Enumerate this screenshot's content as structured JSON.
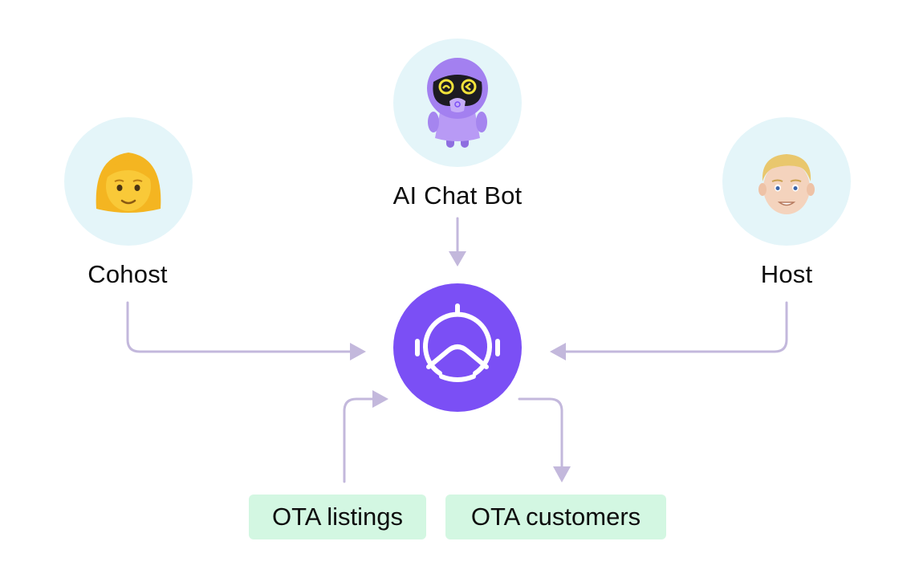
{
  "diagram": {
    "nodes": {
      "ai_chat_bot": {
        "label": "AI Chat Bot",
        "icon": "robot-icon"
      },
      "cohost": {
        "label": "Cohost",
        "icon": "woman-emoji-icon"
      },
      "host": {
        "label": "Host",
        "icon": "man-emoji-icon"
      },
      "hub": {
        "icon": "platform-logo-icon"
      },
      "ota_listings": {
        "label": "OTA listings"
      },
      "ota_customers": {
        "label": "OTA customers"
      }
    },
    "edges": [
      {
        "from": "AI Chat Bot",
        "to": "hub"
      },
      {
        "from": "Cohost",
        "to": "hub"
      },
      {
        "from": "Host",
        "to": "hub"
      },
      {
        "from": "OTA listings",
        "to": "hub"
      },
      {
        "from": "hub",
        "to": "OTA customers"
      }
    ],
    "colors": {
      "hub": "#7b4ff5",
      "avatar_bg": "#e4f5f9",
      "tag_bg": "#d3f7e2",
      "arrow": "#c3b8dc"
    }
  }
}
